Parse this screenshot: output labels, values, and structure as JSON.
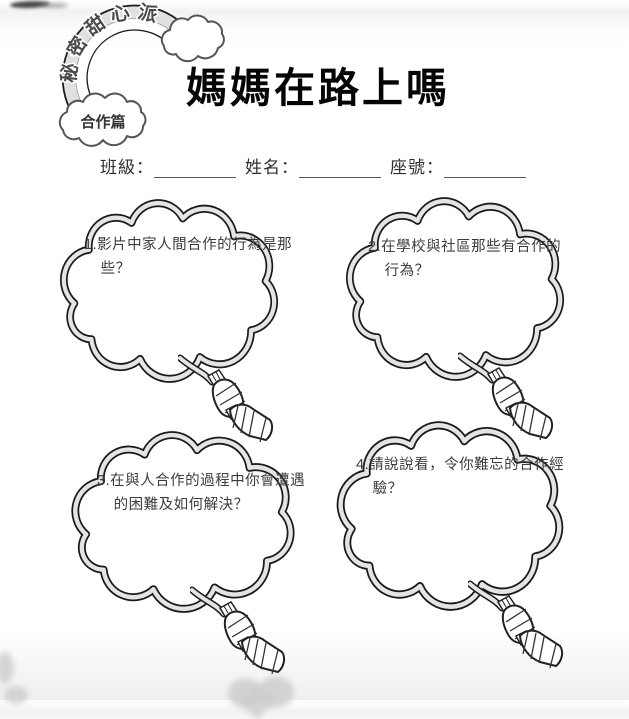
{
  "header": {
    "logo": {
      "arc_text": "秘密甜心派",
      "badge": "合作篇"
    },
    "title": "媽媽在路上嗎"
  },
  "student_form": {
    "class_label": "班級：",
    "name_label": "姓名：",
    "seat_label": "座號："
  },
  "questions": [
    {
      "text": "1.影片中家人間合作的行為是那些？"
    },
    {
      "text": "2.在學校與社區那些有合作的行為？"
    },
    {
      "text": "3.在與人合作的過程中你會遭遇的困難及如何解決？"
    },
    {
      "text": "4.請說說看，令你難忘的合作經驗？"
    }
  ],
  "colors": {
    "ink": "#1a1a1a",
    "band_gray": "#e2e2e2",
    "question_text": "#3c3c3c"
  }
}
